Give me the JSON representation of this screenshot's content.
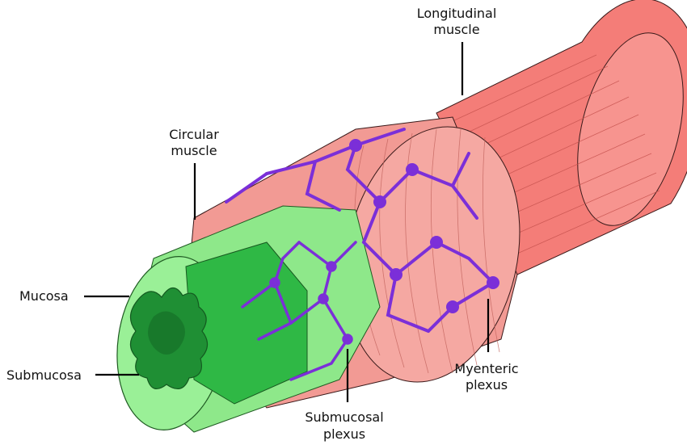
{
  "labels": {
    "longitudinal": [
      "Longitudinal",
      "muscle"
    ],
    "circular": [
      "Circular",
      "muscle"
    ],
    "mucosa": "Mucosa",
    "submucosa": "Submucosa",
    "myenteric": [
      "Myenteric",
      "plexus"
    ],
    "submucosal": [
      "Submucosal",
      "plexus"
    ]
  },
  "colors": {
    "longitudinal": "#f47d78",
    "circular": "#f29a94",
    "submucosa": "#8ee88a",
    "mucosa": "#33c24a",
    "nerve": "#7b2fd8"
  }
}
